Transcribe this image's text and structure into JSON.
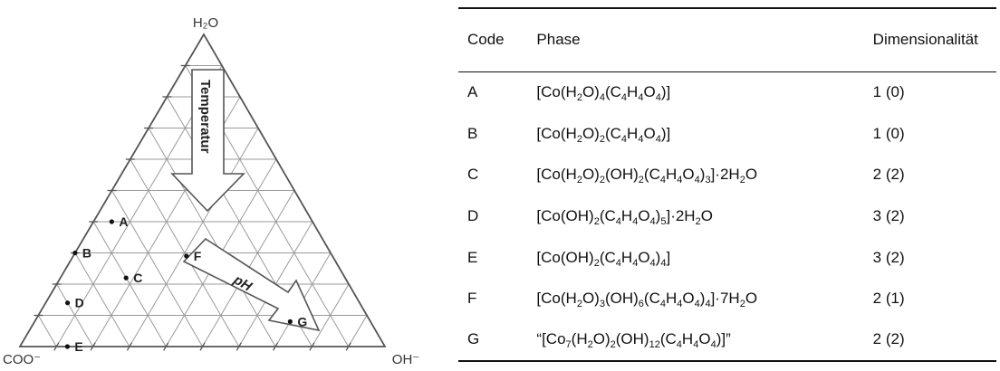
{
  "diagram": {
    "vertices": {
      "top": "H₂O",
      "left": "COO⁻",
      "right": "OH⁻"
    },
    "arrows": {
      "temperature": "Temperatur",
      "ph": "pH"
    },
    "points": [
      {
        "label": "A",
        "coo": 0.55,
        "oh": 0.05,
        "h2o": 0.4
      },
      {
        "label": "B",
        "coo": 0.7,
        "oh": 0.0,
        "h2o": 0.3
      },
      {
        "label": "C",
        "coo": 0.6,
        "oh": 0.18,
        "h2o": 0.22
      },
      {
        "label": "D",
        "coo": 0.8,
        "oh": 0.06,
        "h2o": 0.14
      },
      {
        "label": "E",
        "coo": 0.87,
        "oh": 0.13,
        "h2o": 0.0
      },
      {
        "label": "F",
        "coo": 0.4,
        "oh": 0.31,
        "h2o": 0.29
      },
      {
        "label": "G",
        "coo": 0.22,
        "oh": 0.7,
        "h2o": 0.08
      }
    ]
  },
  "table": {
    "headers": {
      "code": "Code",
      "phase": "Phase",
      "dimensionality": "Dimensionalität"
    },
    "rows": [
      {
        "code": "A",
        "phase": [
          [
            "[Co(H",
            ""
          ],
          [
            "2",
            1
          ],
          [
            "O)",
            ""
          ],
          [
            "4",
            1
          ],
          [
            "(C",
            ""
          ],
          [
            "4",
            1
          ],
          [
            "H",
            ""
          ],
          [
            "4",
            1
          ],
          [
            "O",
            ""
          ],
          [
            "4",
            1
          ],
          [
            ")]",
            ""
          ]
        ],
        "dim": "1 (0)"
      },
      {
        "code": "B",
        "phase": [
          [
            "[Co(H",
            ""
          ],
          [
            "2",
            1
          ],
          [
            "O)",
            ""
          ],
          [
            "2",
            1
          ],
          [
            "(C",
            ""
          ],
          [
            "4",
            1
          ],
          [
            "H",
            ""
          ],
          [
            "4",
            1
          ],
          [
            "O",
            ""
          ],
          [
            "4",
            1
          ],
          [
            ")]",
            ""
          ]
        ],
        "dim": "1 (0)"
      },
      {
        "code": "C",
        "phase": [
          [
            "[Co(H",
            ""
          ],
          [
            "2",
            1
          ],
          [
            "O)",
            ""
          ],
          [
            "2",
            1
          ],
          [
            "(OH)",
            ""
          ],
          [
            "2",
            1
          ],
          [
            "(C",
            ""
          ],
          [
            "4",
            1
          ],
          [
            "H",
            ""
          ],
          [
            "4",
            1
          ],
          [
            "O",
            ""
          ],
          [
            "4",
            1
          ],
          [
            ")",
            ""
          ],
          [
            "3",
            1
          ],
          [
            "]·2H",
            ""
          ],
          [
            "2",
            1
          ],
          [
            "O",
            ""
          ]
        ],
        "dim": "2 (2)"
      },
      {
        "code": "D",
        "phase": [
          [
            "[Co(OH)",
            ""
          ],
          [
            "2",
            1
          ],
          [
            "(C",
            ""
          ],
          [
            "4",
            1
          ],
          [
            "H",
            ""
          ],
          [
            "4",
            1
          ],
          [
            "O",
            ""
          ],
          [
            "4",
            1
          ],
          [
            ")",
            ""
          ],
          [
            "5",
            1
          ],
          [
            "]·2H",
            ""
          ],
          [
            "2",
            1
          ],
          [
            "O",
            ""
          ]
        ],
        "dim": "3 (2)"
      },
      {
        "code": "E",
        "phase": [
          [
            "[Co(OH)",
            ""
          ],
          [
            "2",
            1
          ],
          [
            "(C",
            ""
          ],
          [
            "4",
            1
          ],
          [
            "H",
            ""
          ],
          [
            "4",
            1
          ],
          [
            "O",
            ""
          ],
          [
            "4",
            1
          ],
          [
            ")",
            ""
          ],
          [
            "4",
            1
          ],
          [
            "]",
            ""
          ]
        ],
        "dim": "3 (2)"
      },
      {
        "code": "F",
        "phase": [
          [
            "[Co(H",
            ""
          ],
          [
            "2",
            1
          ],
          [
            "O)",
            ""
          ],
          [
            "3",
            1
          ],
          [
            "(OH)",
            ""
          ],
          [
            "6",
            1
          ],
          [
            "(C",
            ""
          ],
          [
            "4",
            1
          ],
          [
            "H",
            ""
          ],
          [
            "4",
            1
          ],
          [
            "O",
            ""
          ],
          [
            "4",
            1
          ],
          [
            ")",
            ""
          ],
          [
            "4",
            1
          ],
          [
            "]·7H",
            ""
          ],
          [
            "2",
            1
          ],
          [
            "O",
            ""
          ]
        ],
        "dim": "2 (1)"
      },
      {
        "code": "G",
        "phase": [
          [
            "“[Co",
            ""
          ],
          [
            "7",
            1
          ],
          [
            "(H",
            ""
          ],
          [
            "2",
            1
          ],
          [
            "O)",
            ""
          ],
          [
            "2",
            1
          ],
          [
            "(OH)",
            ""
          ],
          [
            "12",
            1
          ],
          [
            "(C",
            ""
          ],
          [
            "4",
            1
          ],
          [
            "H",
            ""
          ],
          [
            "4",
            1
          ],
          [
            "O",
            ""
          ],
          [
            "4",
            1
          ],
          [
            ")]”",
            ""
          ]
        ],
        "dim": "2 (2)"
      }
    ]
  },
  "colors": {
    "lines": "#555555",
    "grid": "#9a9a9a",
    "text": "#111111"
  }
}
